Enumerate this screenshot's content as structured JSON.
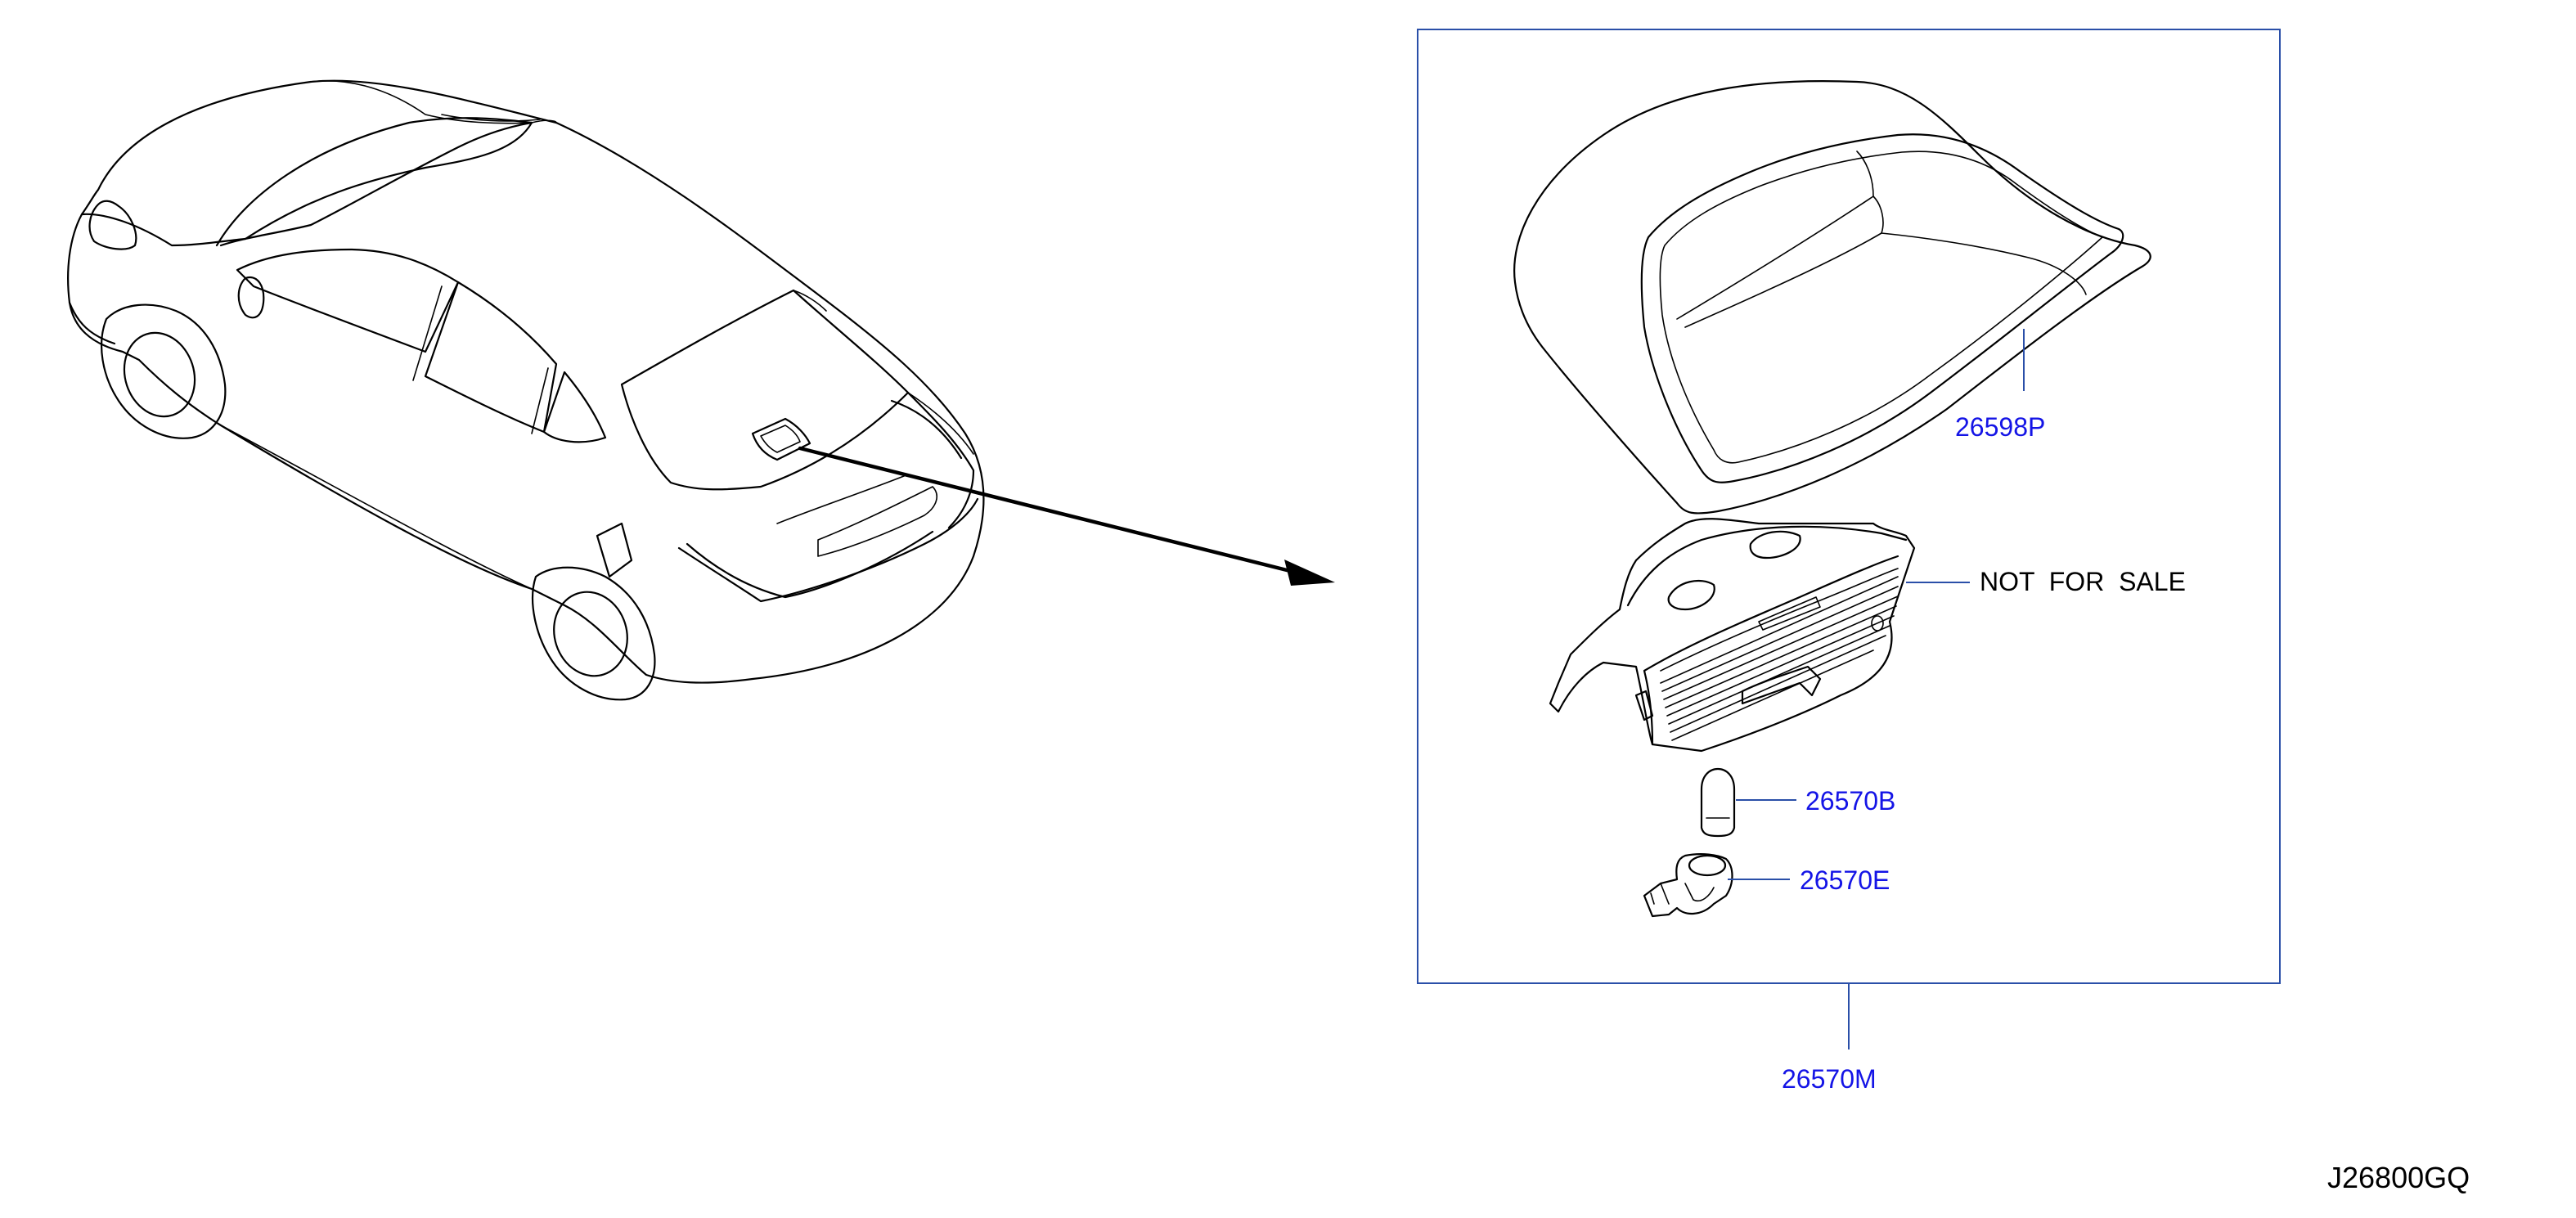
{
  "diagram": {
    "drawing_code": "J26800GQ",
    "colors": {
      "part_number": "#1414e6",
      "callout_box": "#2a4fa8",
      "leader": "#2a4fa8",
      "line_art": "#000000",
      "text": "#000000"
    },
    "icons": [
      "hatchback-car-illustration",
      "high-mount-stop-lamp-cover",
      "high-mount-stop-lamp-housing",
      "lamp-bulb",
      "bulb-socket"
    ],
    "callouts": {
      "cover": {
        "part_number": "26598P"
      },
      "housing": {
        "note": "NOT  FOR  SALE"
      },
      "bulb": {
        "part_number": "26570B"
      },
      "socket": {
        "part_number": "26570E"
      },
      "assembly": {
        "part_number": "26570M"
      }
    }
  }
}
